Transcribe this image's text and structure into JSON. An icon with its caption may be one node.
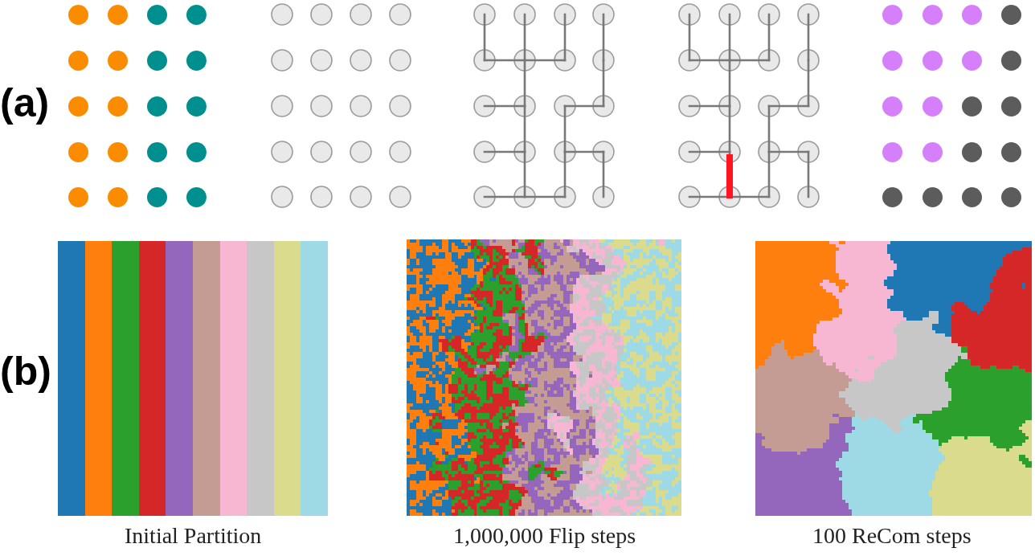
{
  "diagram": {
    "labels": [
      "(a)",
      "(b)",
      "Initial Partition",
      "1,000,000 Flip steps",
      "100 ReCom steps"
    ]
  }
}
